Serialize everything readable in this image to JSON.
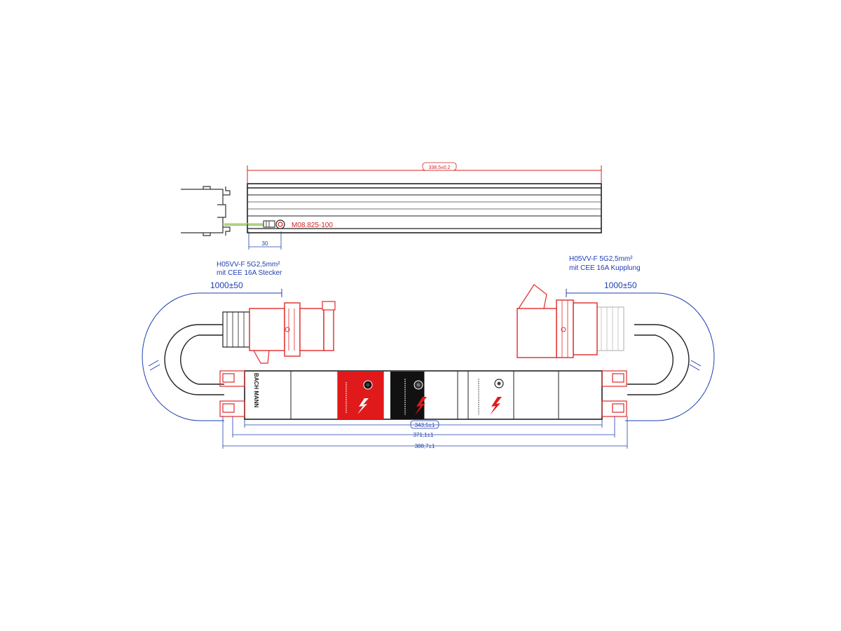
{
  "top_view": {
    "length_dim": "338,5±0,2",
    "screw_label": "M08.825-100",
    "small_dim": "30"
  },
  "left_cable": {
    "spec_line1": "H05VV-F 5G2,5mm²",
    "spec_line2": "mit CEE 16A Stecker",
    "length": "1000±50"
  },
  "right_cable": {
    "spec_line1": "H05VV-F 5G2,5mm²",
    "spec_line2": "mit CEE 16A Kupplung",
    "length": "1000±50"
  },
  "unit": {
    "brand": "BACH MANN",
    "dims": [
      "343,5±1",
      "371,1±1",
      "388,7±1"
    ]
  },
  "colors": {
    "dimension": "#d42020",
    "annotation": "#1f3fb0",
    "plug": "#e02a2a",
    "module_red": "#e0191b",
    "module_black": "#111111"
  }
}
